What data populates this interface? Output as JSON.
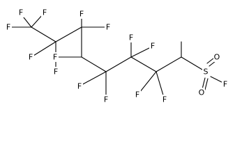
{
  "molecule": {
    "atom_labels": {
      "fluorine": "F",
      "sulfur": "S",
      "oxygen": "O"
    }
  }
}
